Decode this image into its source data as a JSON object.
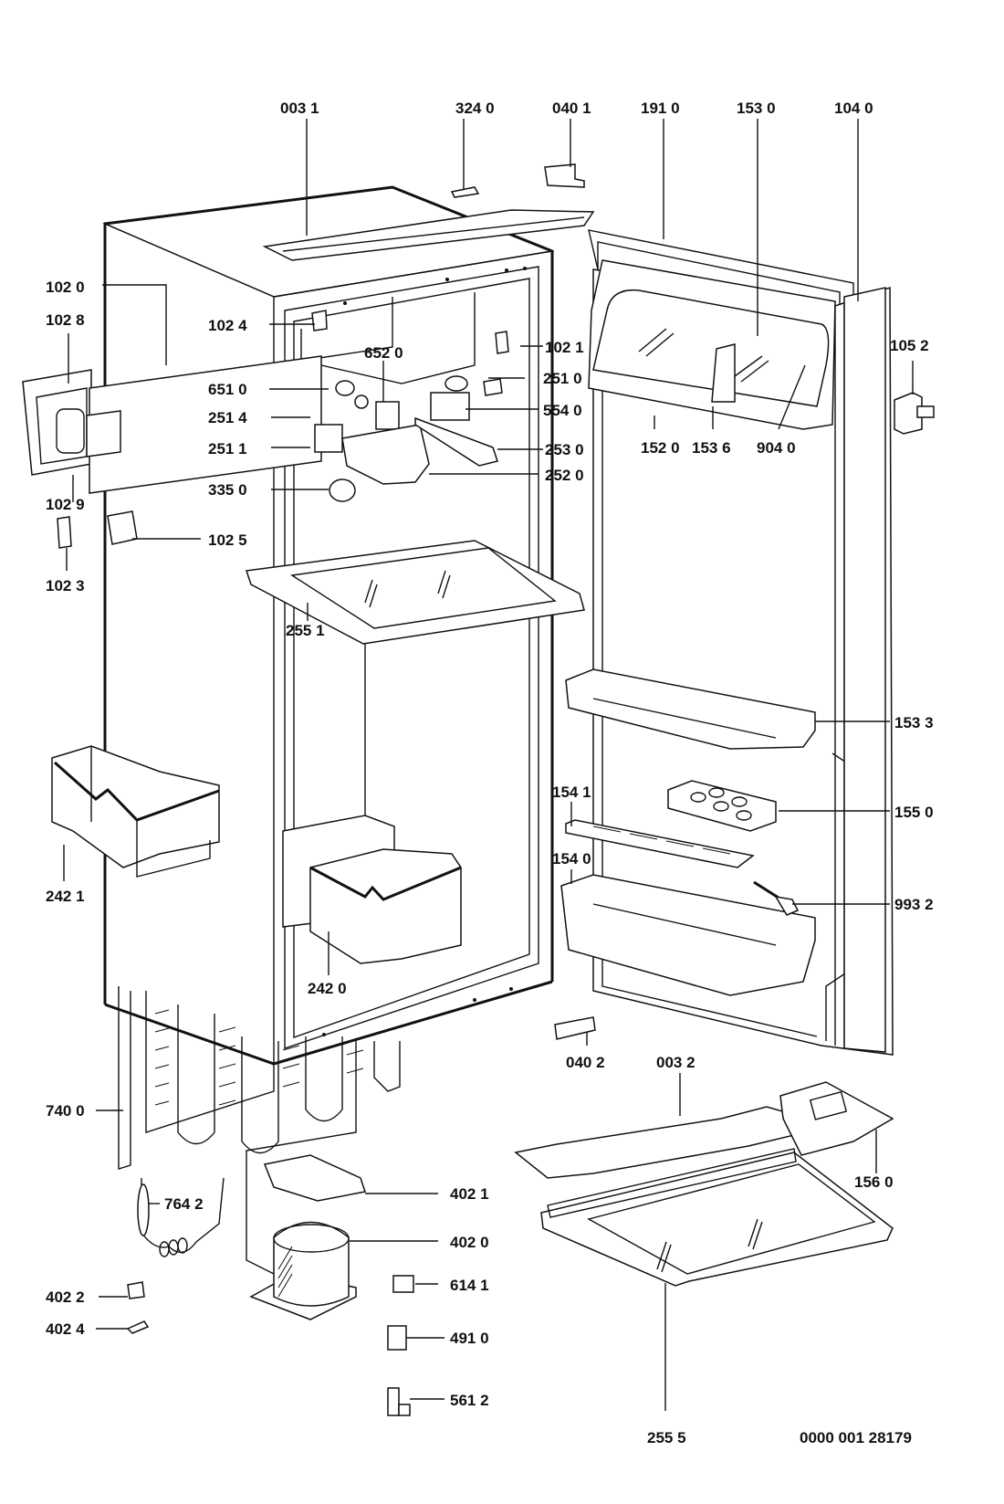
{
  "diagram": {
    "title": "Refrigerator exploded parts diagram",
    "document_number": "0000 001 28179",
    "labels": {
      "p0031": "003 1",
      "p3240": "324 0",
      "p0401": "040 1",
      "p1910": "191 0",
      "p1530": "153 0",
      "p1040": "104 0",
      "p1020": "102 0",
      "p1028": "102 8",
      "p1024": "102 4",
      "p1021": "102 1",
      "p6520": "652 0",
      "p6510": "651 0",
      "p2510": "251 0",
      "p2514": "251 4",
      "p5540": "554 0",
      "p2511": "251 1",
      "p2530": "253 0",
      "p2520": "252 0",
      "p3350": "335 0",
      "p1029": "102 9",
      "p1025": "102 5",
      "p1023": "102 3",
      "p1052": "105 2",
      "p1520": "152 0",
      "p1536": "153 6",
      "p9040": "904 0",
      "p2551": "255 1",
      "p1533": "153 3",
      "p1541": "154 1",
      "p1550": "155 0",
      "p1540": "154 0",
      "p9932": "993 2",
      "p2421": "242 1",
      "p2420": "242 0",
      "p0402": "040 2",
      "p0032": "003 2",
      "p1560": "156 0",
      "p7400": "740 0",
      "p7642": "764 2",
      "p4021": "402 1",
      "p4020": "402 0",
      "p6141": "614 1",
      "p4022": "402 2",
      "p4024": "402 4",
      "p4910": "491 0",
      "p5612": "561 2",
      "p2555": "255 5"
    }
  }
}
